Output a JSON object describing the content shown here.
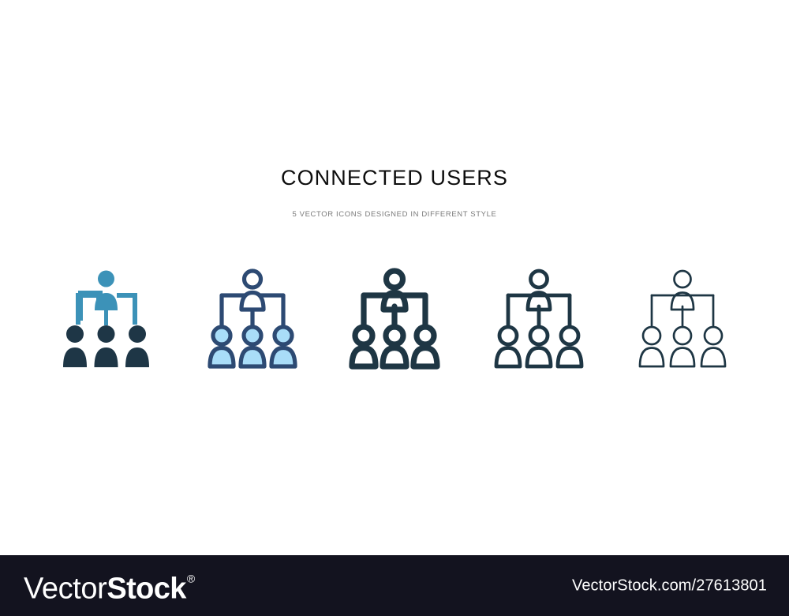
{
  "page": {
    "background": "#ffffff",
    "title": "CONNECTED USERS",
    "subtitle": "5 VECTOR ICONS DESIGNED IN DIFFERENT STYLE",
    "title_color": "#0d0d0d",
    "subtitle_color": "#7a7a7a"
  },
  "icons": {
    "count": 5,
    "subject": "connected users",
    "palette": {
      "teal": "#3c92b8",
      "dark_navy": "#1e3646",
      "outline_navy": "#2d4a73",
      "light_blue_fill": "#a9ddf8",
      "slate": "#1e3644",
      "white": "#ffffff"
    },
    "items": [
      {
        "name": "connected-users-two-tone-filled",
        "style_label": "two tone filled",
        "primary_color": "#1e3646",
        "accent_color": "#3c92b8",
        "fill_color": "#3c92b8",
        "stroke_width": 0
      },
      {
        "name": "connected-users-filled-outline-blue",
        "style_label": "filled outline blue",
        "primary_color": "#2d4a73",
        "accent_color": "#a9ddf8",
        "fill_color": "#a9ddf8",
        "stroke_width": 5
      },
      {
        "name": "connected-users-bold-outline",
        "style_label": "bold outline",
        "primary_color": "#1e3644",
        "accent_color": "#1e3644",
        "fill_color": "none",
        "stroke_width": 7
      },
      {
        "name": "connected-users-regular-outline",
        "style_label": "regular outline",
        "primary_color": "#1e3644",
        "accent_color": "#1e3644",
        "fill_color": "none",
        "stroke_width": 5
      },
      {
        "name": "connected-users-thin-outline",
        "style_label": "thin outline",
        "primary_color": "#1e3644",
        "accent_color": "#1e3644",
        "fill_color": "none",
        "stroke_width": 2.6
      }
    ]
  },
  "footer": {
    "background": "#13131f",
    "brand_light": "Vector",
    "brand_bold": "Stock",
    "brand_registered": "®",
    "url": "VectorStock.com/27613801",
    "text_color": "#ffffff"
  }
}
